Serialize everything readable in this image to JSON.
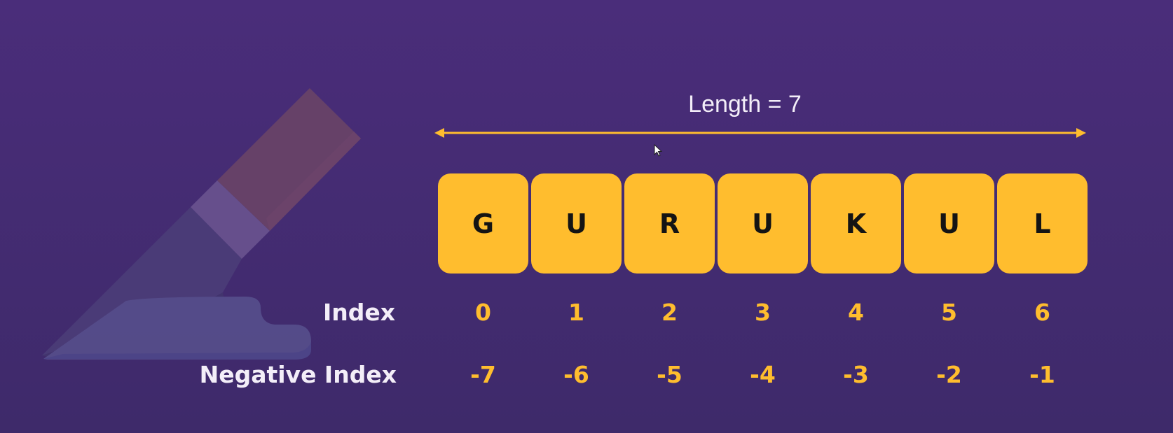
{
  "length_label": "Length = 7",
  "letters": [
    "G",
    "U",
    "R",
    "U",
    "K",
    "U",
    "L"
  ],
  "index_label": "Index",
  "indices": [
    "0",
    "1",
    "2",
    "3",
    "4",
    "5",
    "6"
  ],
  "negative_index_label": "Negative Index",
  "negative_indices": [
    "-7",
    "-6",
    "-5",
    "-4",
    "-3",
    "-2",
    "-1"
  ],
  "colors": {
    "accent": "#ffbd2e",
    "background": "#452c74",
    "text": "#f3eef8"
  },
  "icons": {
    "decoration": "knife-cutting-icon",
    "cursor": "mouse-pointer-icon"
  }
}
